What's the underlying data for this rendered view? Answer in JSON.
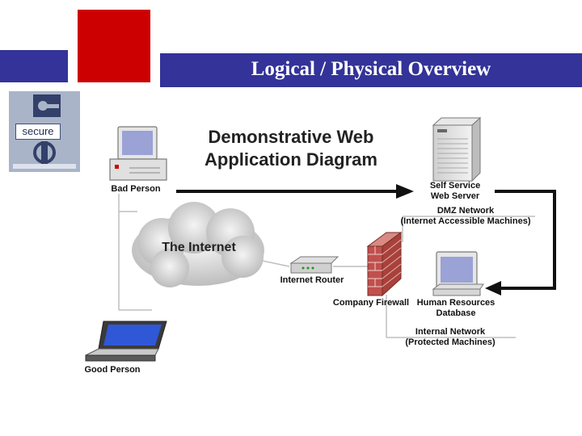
{
  "slide": {
    "title": "Logical / Physical Overview",
    "colors": {
      "band": "#333399",
      "accent_square": "#cc0000",
      "arrow": "#111111",
      "firewall": "#c0504d"
    }
  },
  "logo": {
    "label": "secure",
    "icon": "padlock-key-icon"
  },
  "diagram": {
    "heading_line1": "Demonstrative Web",
    "heading_line2": "Application Diagram",
    "nodes": {
      "bad_person": "Bad Person",
      "internet": "The Internet",
      "router": "Internet Router",
      "firewall": "Company Firewall",
      "web_server_line1": "Self Service",
      "web_server_line2": "Web Server",
      "dmz_line1": "DMZ Network",
      "dmz_line2": "(Internet Accessible Machines)",
      "hr_db_line1": "Human Resources",
      "hr_db_line2": "Database",
      "internal_line1": "Internal Network",
      "internal_line2": "(Protected Machines)",
      "good_person": "Good Person"
    }
  }
}
